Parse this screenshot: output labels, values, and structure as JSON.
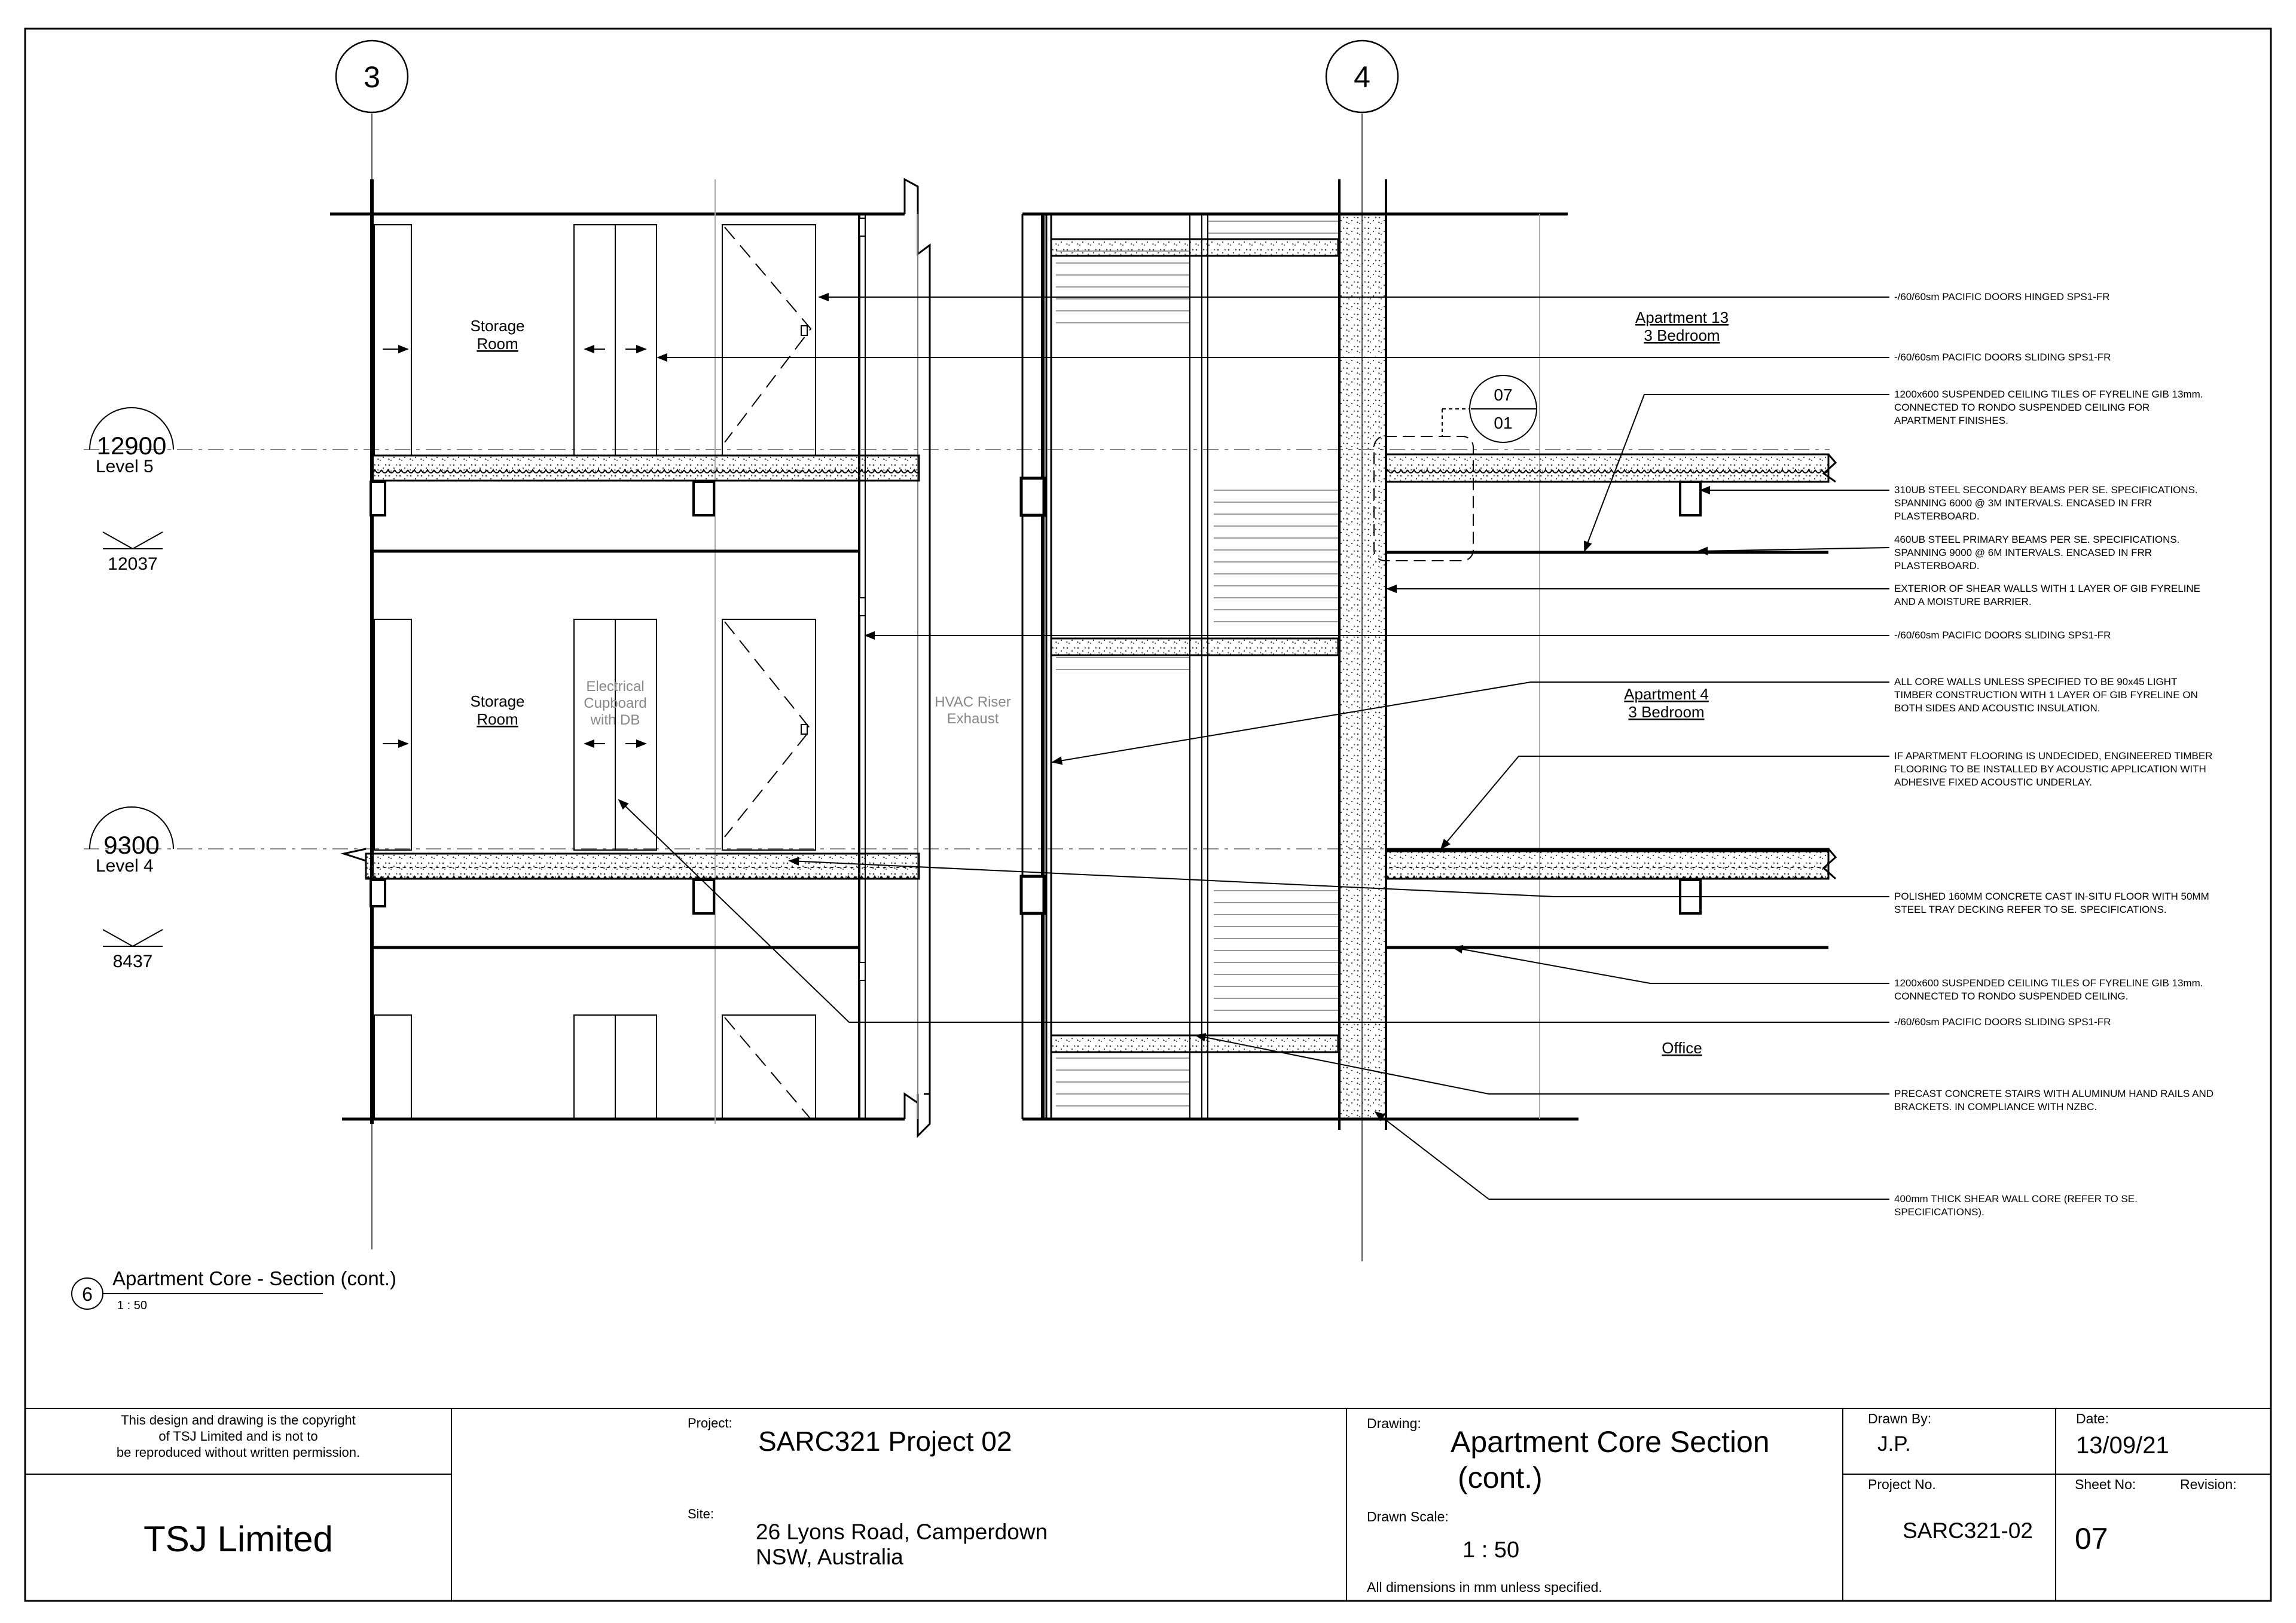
{
  "grid_labels": [
    "3",
    "4"
  ],
  "levels": [
    {
      "value": "12900",
      "name": "Level 5",
      "ceiling": "12037"
    },
    {
      "value": "9300",
      "name": "Level 4",
      "ceiling": "8437"
    }
  ],
  "detail_callout": {
    "top": "07",
    "bottom": "01"
  },
  "rooms": {
    "storage_upper": [
      "Storage",
      "Room"
    ],
    "storage_lower": [
      "Storage",
      "Room"
    ],
    "electrical": [
      "Electrical",
      "Cupboard",
      "with DB"
    ],
    "hvac": [
      "HVAC Riser",
      "Exhaust"
    ],
    "apt13": [
      "Apartment 13",
      "3 Bedroom"
    ],
    "apt4": [
      "Apartment 4",
      "3 Bedroom"
    ],
    "office": "Office"
  },
  "notes": [
    [
      "-/60/60sm PACIFIC DOORS HINGED SPS1-FR"
    ],
    [
      "-/60/60sm PACIFIC DOORS SLIDING SPS1-FR"
    ],
    [
      "1200x600 SUSPENDED CEILING TILES  OF FYRELINE GIB 13mm.",
      "CONNECTED TO RONDO SUSPENDED CEILING FOR",
      "APARTMENT FINISHES."
    ],
    [
      "310UB STEEL SECONDARY BEAMS PER SE. SPECIFICATIONS.",
      "SPANNING 6000 @ 3M INTERVALS. ENCASED IN FRR",
      "PLASTERBOARD."
    ],
    [
      "460UB STEEL PRIMARY BEAMS PER SE. SPECIFICATIONS.",
      "SPANNING 9000 @ 6M INTERVALS. ENCASED IN FRR",
      "PLASTERBOARD."
    ],
    [
      "EXTERIOR OF SHEAR WALLS WITH 1 LAYER OF GIB FYRELINE",
      "AND A MOISTURE BARRIER."
    ],
    [
      "-/60/60sm PACIFIC DOORS SLIDING SPS1-FR"
    ],
    [
      "ALL CORE WALLS UNLESS SPECIFIED TO BE 90x45 LIGHT",
      "TIMBER CONSTRUCTION WITH 1 LAYER OF GIB FYRELINE ON",
      "BOTH SIDES AND ACOUSTIC INSULATION."
    ],
    [
      "IF APARTMENT FLOORING IS UNDECIDED, ENGINEERED TIMBER",
      "FLOORING TO BE INSTALLED BY ACOUSTIC APPLICATION WITH",
      "ADHESIVE FIXED ACOUSTIC UNDERLAY."
    ],
    [
      "POLISHED 160MM CONCRETE CAST IN-SITU FLOOR WITH 50MM",
      "STEEL TRAY DECKING REFER TO SE. SPECIFICATIONS."
    ],
    [
      "1200x600 SUSPENDED CEILING TILES  OF FYRELINE GIB 13mm.",
      "CONNECTED TO RONDO SUSPENDED CEILING."
    ],
    [
      "-/60/60sm PACIFIC DOORS SLIDING SPS1-FR"
    ],
    [
      "PRECAST CONCRETE STAIRS WITH ALUMINUM HAND RAILS AND",
      "BRACKETS. IN COMPLIANCE WITH NZBC."
    ],
    [
      "400mm THICK SHEAR WALL CORE (REFER TO SE.",
      "SPECIFICATIONS)."
    ]
  ],
  "view": {
    "number": "6",
    "title": "Apartment Core - Section (cont.)",
    "scale": "1 : 50"
  },
  "title_block": {
    "copyright": [
      "This design and drawing is the copyright",
      "of TSJ Limited and is not to",
      "be reproduced without written permission."
    ],
    "company": "TSJ Limited",
    "project_label": "Project:",
    "project": "SARC321 Project 02",
    "site_label": "Site:",
    "site": [
      "26 Lyons Road, Camperdown",
      "NSW, Australia"
    ],
    "drawing_label": "Drawing:",
    "drawing": [
      "Apartment Core Section",
      "(cont.)"
    ],
    "scale_label": "Drawn Scale:",
    "scale": "1 : 50",
    "dimensions_note": "All dimensions in mm unless specified.",
    "drawn_by_label": "Drawn By:",
    "drawn_by": "J.P.",
    "date_label": "Date:",
    "date": "13/09/21",
    "project_no_label": "Project No.",
    "project_no": "SARC321-02",
    "sheet_no_label": "Sheet No:",
    "revision_label": "Revision:",
    "sheet_no": "07"
  }
}
